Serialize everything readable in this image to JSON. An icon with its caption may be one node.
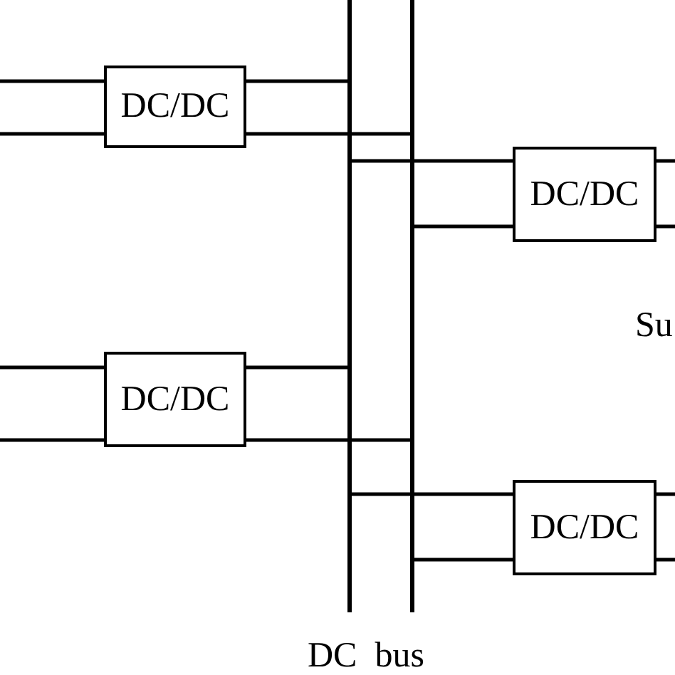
{
  "diagram": {
    "nodes": [
      {
        "text": [
          "DC/DC"
        ]
      },
      {
        "text": [
          "DC/DC"
        ]
      },
      {
        "text": [
          "DC/DC"
        ]
      },
      {
        "text": [
          "DC/DC"
        ]
      },
      {
        "text": [],
        "shape": "bar"
      },
      {
        "text": [],
        "shape": "bar"
      }
    ],
    "edges": [
      {
        "from": null,
        "to": 0,
        "arrow": "none"
      },
      {
        "from": null,
        "to": 0,
        "arrow": "none"
      },
      {
        "from": 0,
        "to": 4,
        "arrow": "none"
      },
      {
        "from": 0,
        "to": 5,
        "arrow": "none"
      },
      {
        "from": 4,
        "to": 1,
        "arrow": "none"
      },
      {
        "from": 5,
        "to": 1,
        "arrow": "none"
      },
      {
        "from": 1,
        "to": null,
        "arrow": "none"
      },
      {
        "from": 1,
        "to": null,
        "arrow": "none"
      },
      {
        "from": null,
        "to": 2,
        "arrow": "none"
      },
      {
        "from": null,
        "to": 2,
        "arrow": "none"
      },
      {
        "from": 2,
        "to": 4,
        "arrow": "none"
      },
      {
        "from": 2,
        "to": 5,
        "arrow": "none"
      },
      {
        "from": 4,
        "to": 3,
        "arrow": "none"
      },
      {
        "from": 5,
        "to": 3,
        "arrow": "none"
      },
      {
        "from": 3,
        "to": null,
        "arrow": "none"
      },
      {
        "from": 3,
        "to": null,
        "arrow": "none"
      }
    ],
    "labels": [
      "Su",
      "DC bus"
    ]
  }
}
